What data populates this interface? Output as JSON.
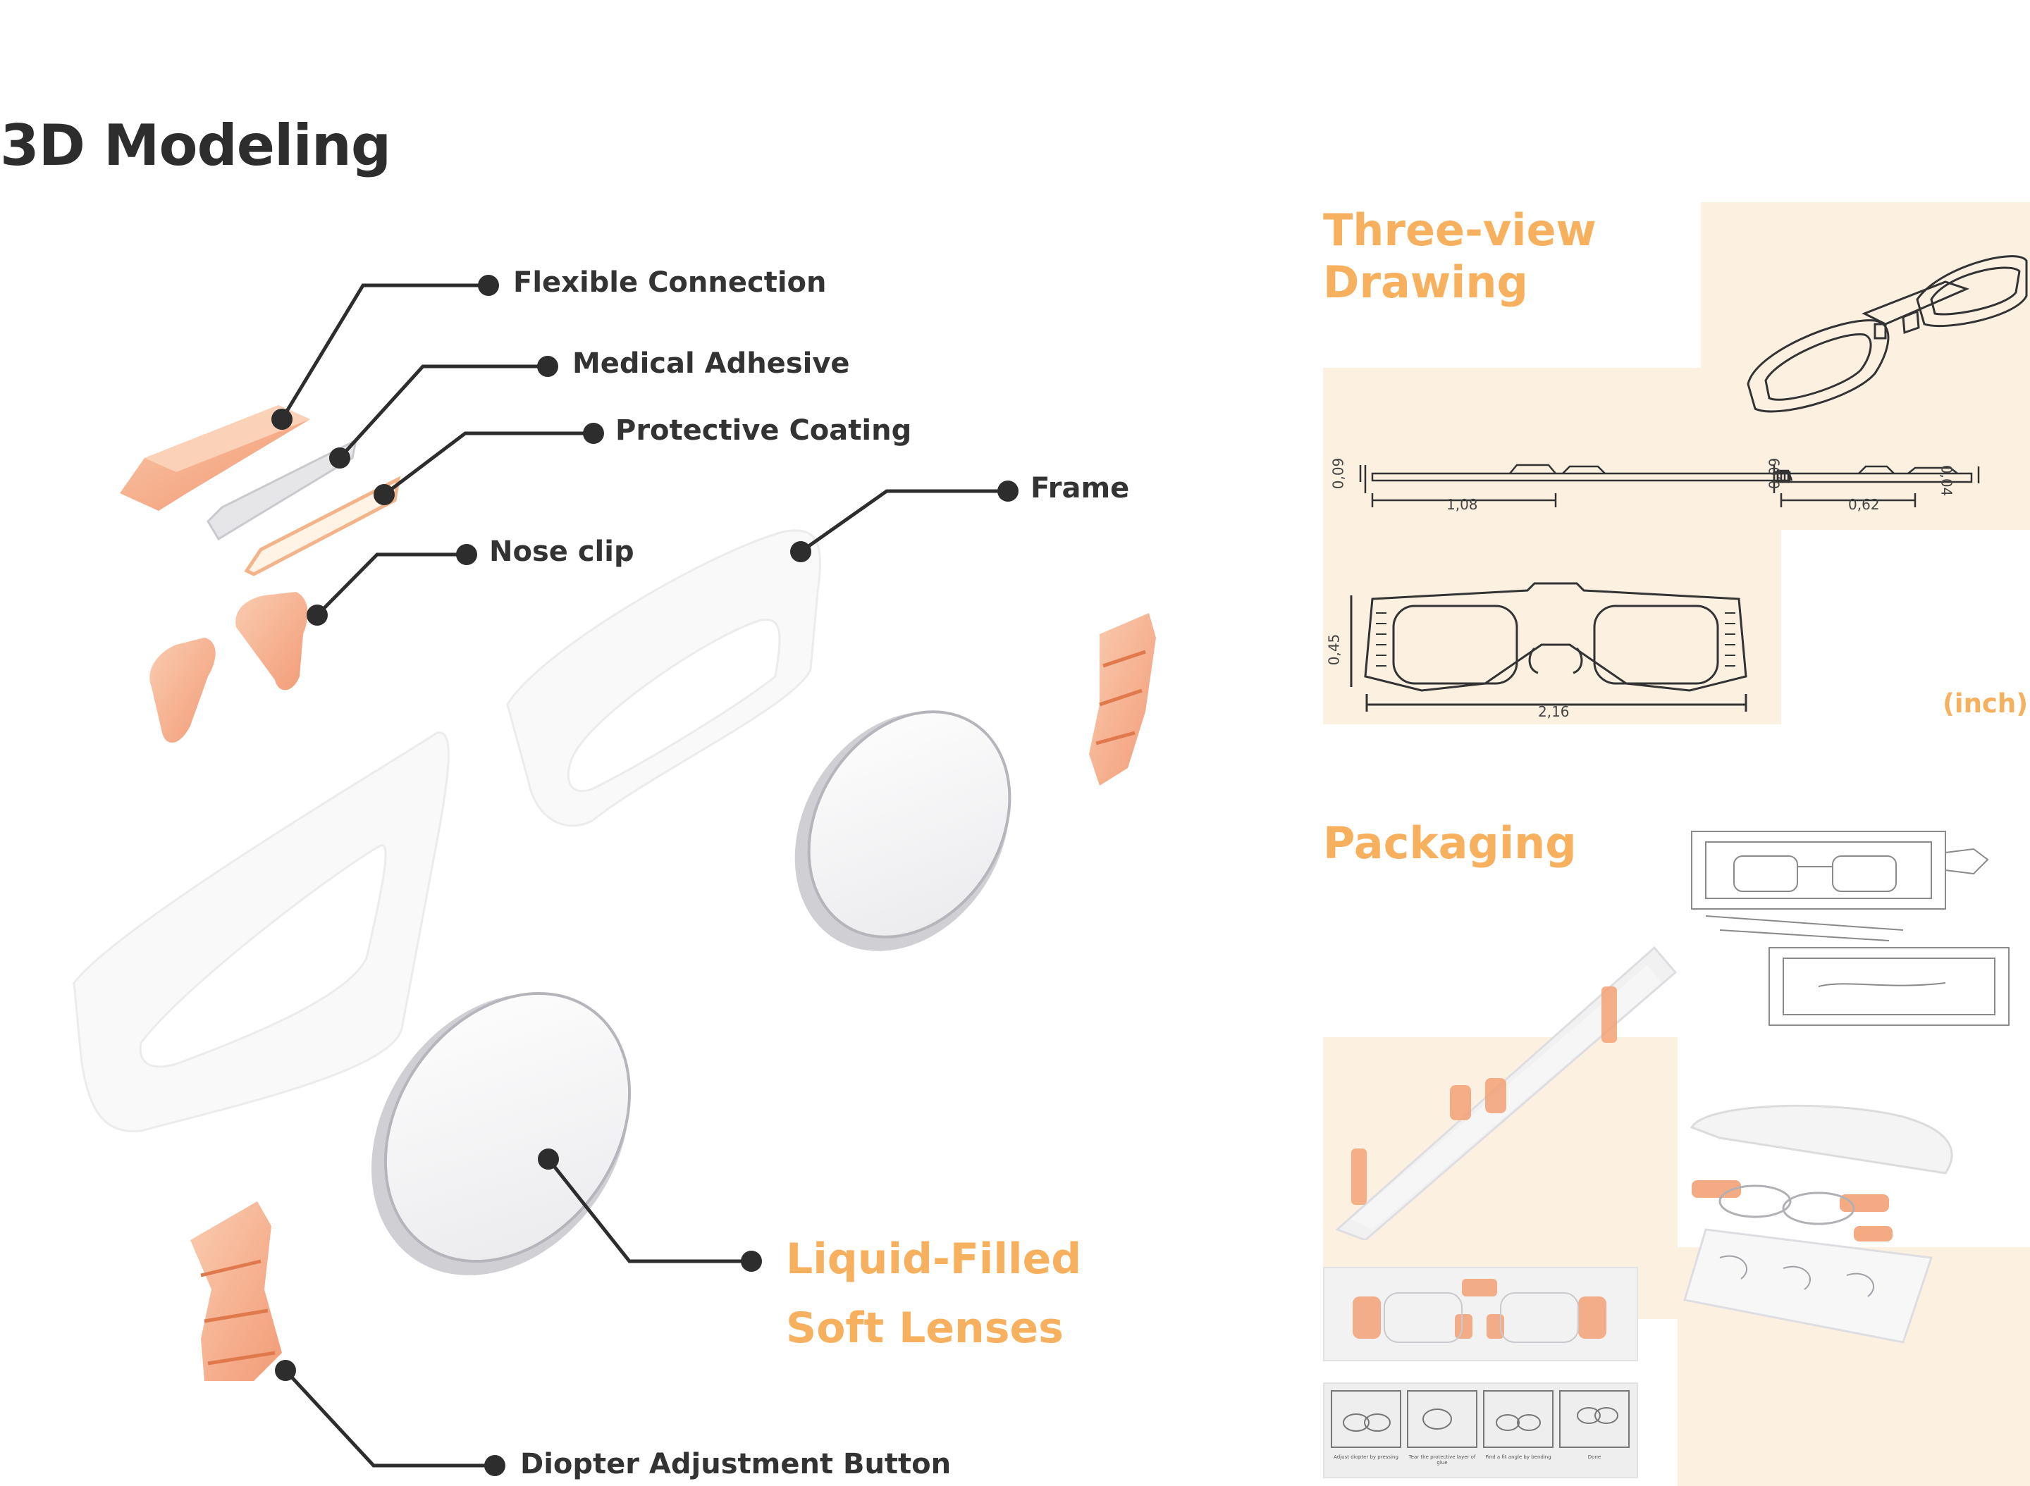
{
  "page_title": "3D Modeling",
  "labels": {
    "flexible_connection": "Flexible Connection",
    "medical_adhesive": "Medical Adhesive",
    "protective_coating": "Protective Coating",
    "nose_clip": "Nose clip",
    "frame": "Frame",
    "lenses_line1": "Liquid-Filled",
    "lenses_line2": "Soft Lenses",
    "diopter_button": "Diopter Adjustment Button"
  },
  "three_view": {
    "title_line1": "Three-view",
    "title_line2": "Drawing",
    "unit": "(inch)",
    "dims": {
      "side_height": "0,09",
      "side_length": "1,08",
      "profile_height": "0,09",
      "profile_length": "0,62",
      "profile_thickness": "0,04",
      "front_height": "0,45",
      "front_width": "2,16"
    }
  },
  "packaging": {
    "title": "Packaging",
    "steps": [
      "Adjust diopter by pressing",
      "Tear the protective layer of glue",
      "Find a fit angle by bending",
      "Done"
    ]
  },
  "colors": {
    "accent_orange": "#f7b05e",
    "part_orange": "#f5a27a",
    "cream_panel": "#fcf1e1",
    "leader_line": "#2d2d2d"
  }
}
